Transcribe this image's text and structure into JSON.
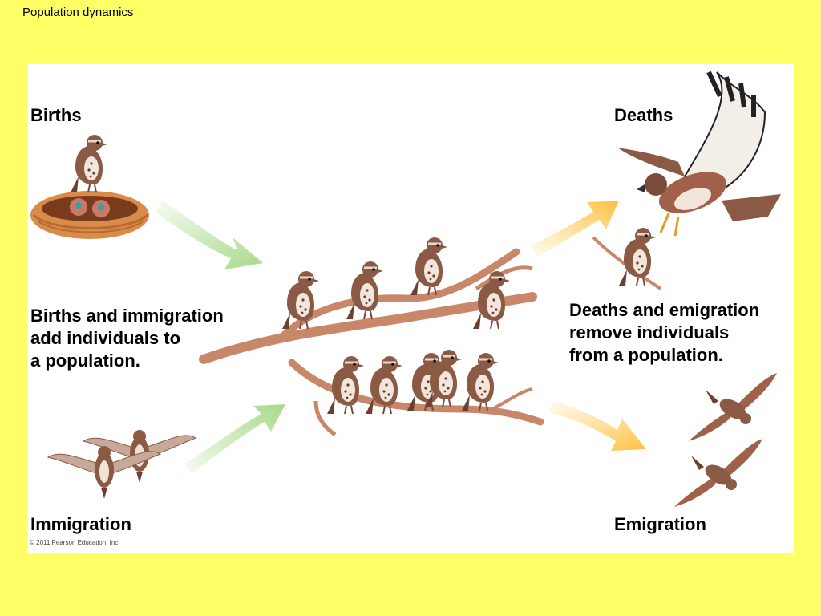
{
  "slide_title": "Population dynamics",
  "labels": {
    "births": "Births",
    "deaths": "Deaths",
    "immigration": "Immigration",
    "emigration": "Emigration"
  },
  "captions": {
    "add_line1": "Births and immigration",
    "add_line2": "add individuals to",
    "add_line3": "a population.",
    "remove_line1": "Deaths and emigration",
    "remove_line2": "remove individuals",
    "remove_line3": "from a population."
  },
  "copyright": "© 2011 Pearson Education, Inc.",
  "colors": {
    "background": "#ffff66",
    "add_arrow": "#a8d98a",
    "remove_arrow": "#ffd060",
    "branch": "#c9876a",
    "bird_body": "#8a5a44",
    "nest": "#d98c4a"
  }
}
